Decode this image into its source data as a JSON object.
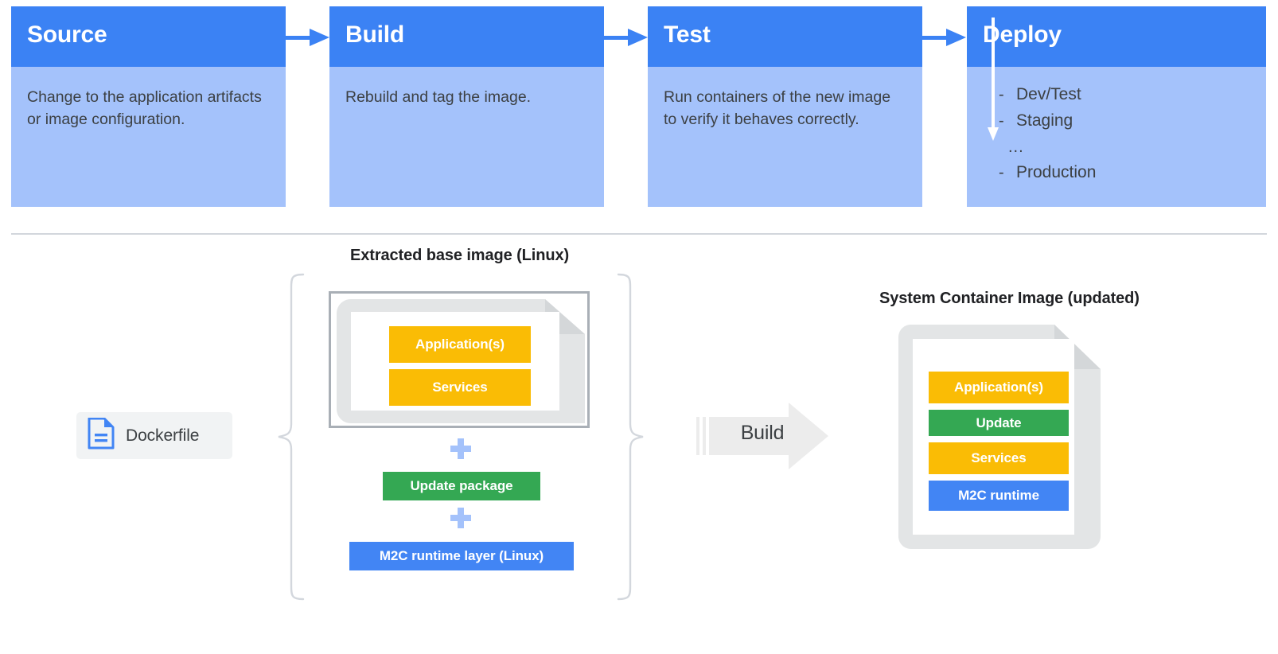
{
  "colors": {
    "header_blue": "#3b82f4",
    "body_blue": "#a4c2fb",
    "accent_blue": "#4285f4",
    "orange": "#fabc05",
    "green": "#34a853",
    "grey_frame": "#a9afb6",
    "grey_doc": "#e3e5e6",
    "divider": "#d2d6dc",
    "text_dark": "#3c4043"
  },
  "pipeline": {
    "stages": [
      {
        "title": "Source",
        "description": "Change to the application artifacts or image configuration."
      },
      {
        "title": "Build",
        "description": "Rebuild and tag the image."
      },
      {
        "title": "Test",
        "description": "Run containers of the new image to verify it behaves correctly."
      },
      {
        "title": "Deploy",
        "description": "",
        "list": [
          {
            "marker": "-",
            "label": "Dev/Test"
          },
          {
            "marker": "-",
            "label": "Staging"
          },
          {
            "marker": "...",
            "label": ""
          },
          {
            "marker": "-",
            "label": "Production"
          }
        ]
      }
    ],
    "arrow_icon": "arrow-right-icon",
    "deploy_arrow_icon": "arrow-down-icon"
  },
  "lower": {
    "left_caption": "Extracted base image (Linux)",
    "right_caption": "System Container Image (updated)",
    "dockerfile": {
      "label": "Dockerfile",
      "icon": "document-icon"
    },
    "base_image_layers": [
      {
        "label": "Application(s)",
        "color": "#fabc05"
      },
      {
        "label": "Services",
        "color": "#fabc05"
      }
    ],
    "plus_symbol": "+",
    "additional_layers": [
      {
        "label": "Update package",
        "color": "#34a853"
      },
      {
        "label": "M2C runtime layer (Linux)",
        "color": "#4285f4"
      }
    ],
    "build_arrow": {
      "label": "Build",
      "icon": "arrow-right-icon"
    },
    "result_layers": [
      {
        "label": "Application(s)",
        "color": "#fabc05"
      },
      {
        "label": "Update",
        "color": "#34a853"
      },
      {
        "label": "Services",
        "color": "#fabc05"
      },
      {
        "label": "M2C runtime",
        "color": "#4285f4"
      }
    ],
    "brace_left_icon": "curly-brace-left-icon",
    "brace_right_icon": "curly-brace-right-icon"
  }
}
